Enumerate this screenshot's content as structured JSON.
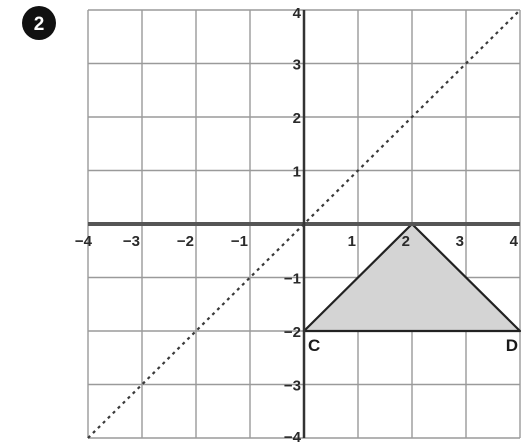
{
  "problem": {
    "number": "2"
  },
  "chart_data": {
    "type": "coordinate-grid",
    "xlim": [
      -4,
      4
    ],
    "ylim": [
      -4,
      4
    ],
    "grid": true,
    "x_tick_labels": [
      "−4",
      "−3",
      "−2",
      "−1",
      "1",
      "2",
      "3",
      "4"
    ],
    "x_tick_values": [
      -4,
      -3,
      -2,
      -1,
      1,
      2,
      3,
      4
    ],
    "y_tick_labels": [
      "4",
      "3",
      "2",
      "1",
      "−1",
      "−2",
      "−3",
      "−4"
    ],
    "y_tick_values": [
      4,
      3,
      2,
      1,
      -1,
      -2,
      -3,
      -4
    ],
    "reflection_line": {
      "equation": "y = x",
      "style": "dotted",
      "from": [
        -4,
        -4
      ],
      "to": [
        4,
        4
      ]
    },
    "triangle": {
      "fill": "#d4d4d4",
      "stroke": "#222222",
      "vertices": [
        {
          "label": "",
          "x": 2,
          "y": 0
        },
        {
          "label": "C",
          "x": 0,
          "y": -2
        },
        {
          "label": "D",
          "x": 4,
          "y": -2
        }
      ]
    },
    "colors": {
      "grid": "#9a9a9a",
      "axis": "#555555",
      "badge": "#111111"
    }
  }
}
